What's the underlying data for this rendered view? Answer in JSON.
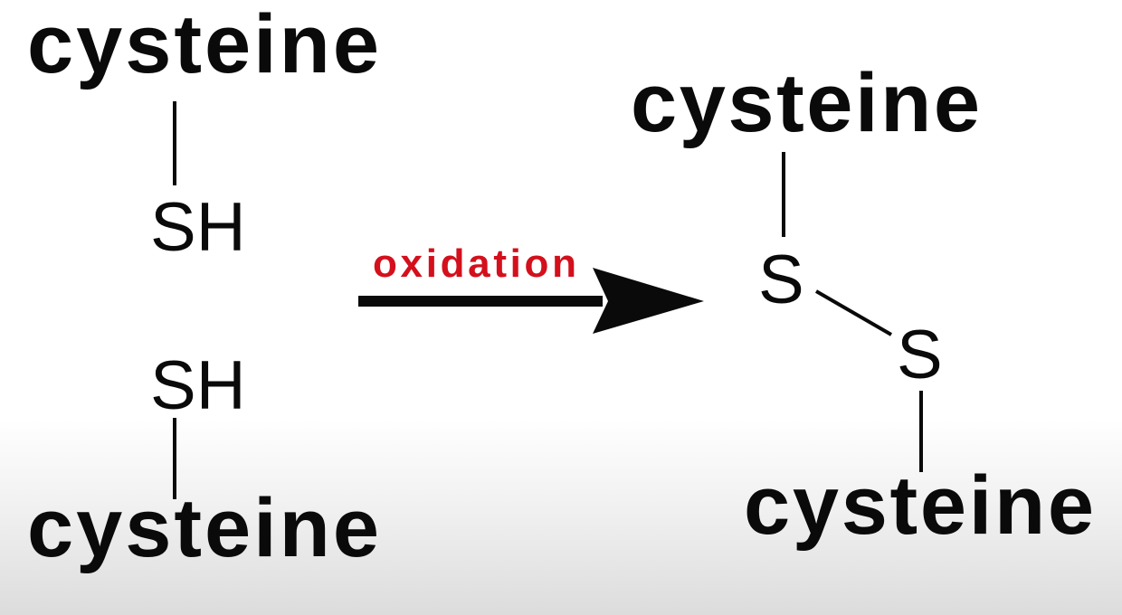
{
  "reactants": {
    "top": {
      "residue": "cysteine",
      "group": "SH"
    },
    "bottom": {
      "residue": "cysteine",
      "group": "SH"
    }
  },
  "reaction": {
    "label": "oxidation",
    "label_color": "#d3101c"
  },
  "product": {
    "top_residue": "cysteine",
    "sulfur_1": "S",
    "sulfur_2": "S",
    "bottom_residue": "cysteine"
  }
}
